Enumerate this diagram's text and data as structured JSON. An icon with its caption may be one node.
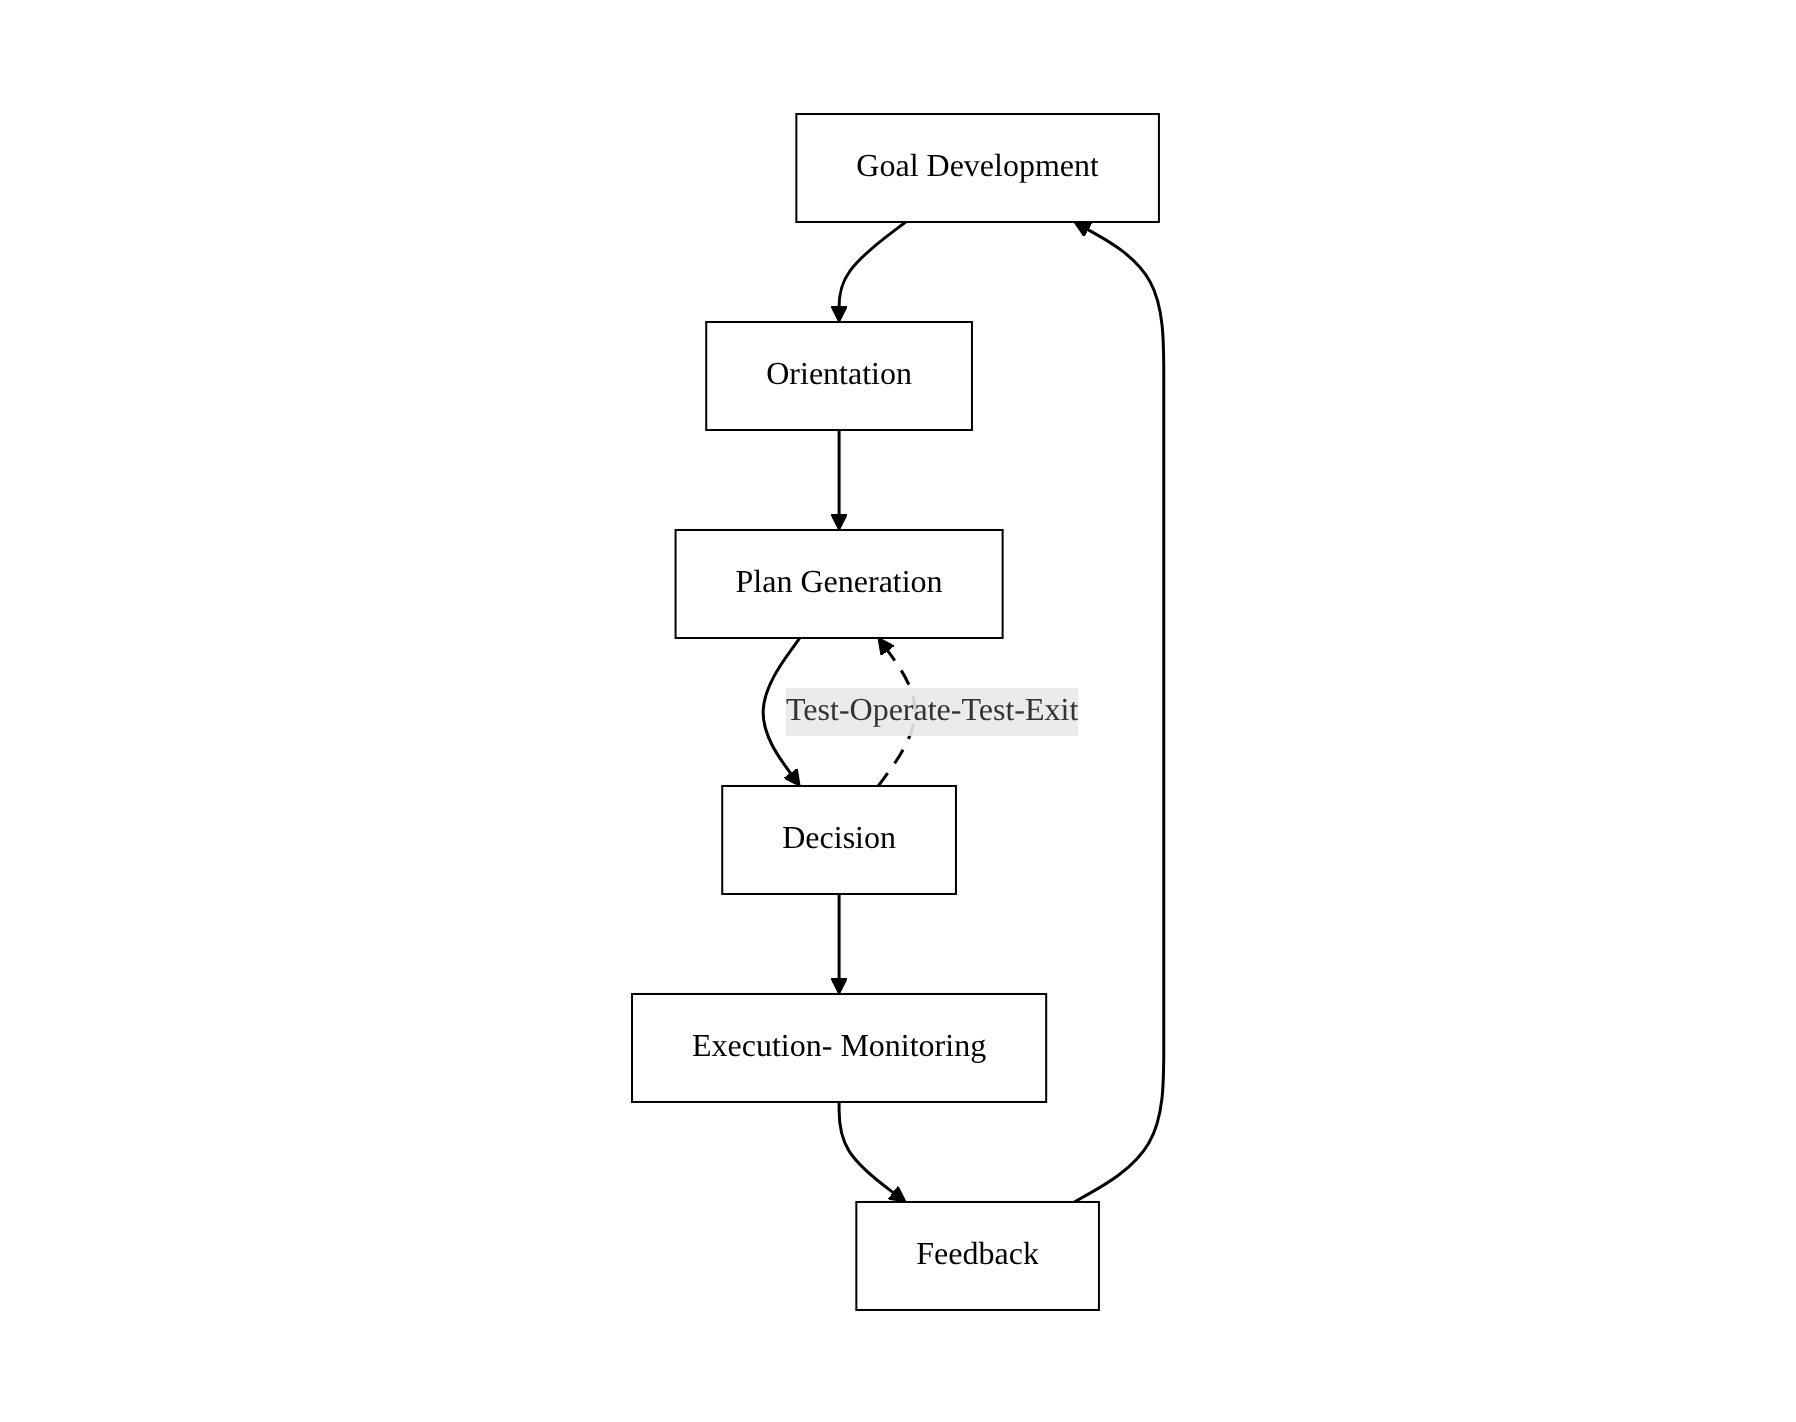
{
  "diagram": {
    "nodes": [
      {
        "text": [
          "Goal Development"
        ]
      },
      {
        "text": [
          "Orientation"
        ]
      },
      {
        "text": [
          "Plan Generation"
        ]
      },
      {
        "text": [
          "Decision"
        ]
      },
      {
        "text": [
          "Execution- Monitoring"
        ]
      },
      {
        "text": [
          "Feedback"
        ]
      }
    ],
    "edges": [
      {
        "from": 0,
        "to": 1,
        "arrow": "to"
      },
      {
        "from": 1,
        "to": 2,
        "arrow": "to"
      },
      {
        "from": 2,
        "to": 3,
        "arrow": "to"
      },
      {
        "from": 3,
        "to": 4,
        "arrow": "to"
      },
      {
        "from": 4,
        "to": 5,
        "arrow": "to"
      },
      {
        "from": 5,
        "to": 0,
        "arrow": "to"
      },
      {
        "from": 3,
        "to": 2,
        "arrow": "to",
        "style": "dashed",
        "label": "Test-Operate-Test-Exit"
      }
    ]
  }
}
